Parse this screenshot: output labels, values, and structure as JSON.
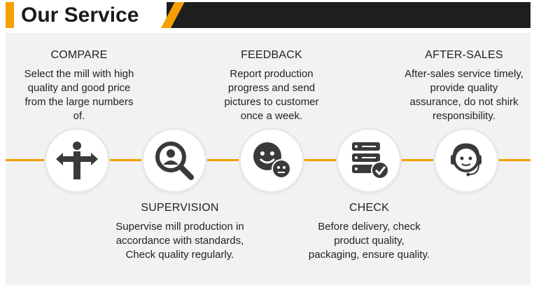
{
  "header": {
    "title": "Our Service"
  },
  "colors": {
    "accent": "#f5a000",
    "dark": "#1e1e1e",
    "icon": "#3a3a3a"
  },
  "steps": [
    {
      "title": "COMPARE",
      "desc": "Select the mill with high quality and good price from the large numbers of.",
      "icon": "direction-signpost-icon"
    },
    {
      "title": "SUPERVISION",
      "desc": "Supervise mill production in accordance with standards, Check quality regularly.",
      "icon": "magnifier-person-icon"
    },
    {
      "title": "FEEDBACK",
      "desc": "Report production progress and send pictures to customer once a week.",
      "icon": "smiley-faces-icon"
    },
    {
      "title": "CHECK",
      "desc": "Before delivery, check product quality, packaging, ensure quality.",
      "icon": "server-check-icon"
    },
    {
      "title": "AFTER-SALES",
      "desc": "After-sales service timely, provide quality assurance, do not shirk responsibility.",
      "icon": "headset-agent-icon"
    }
  ]
}
